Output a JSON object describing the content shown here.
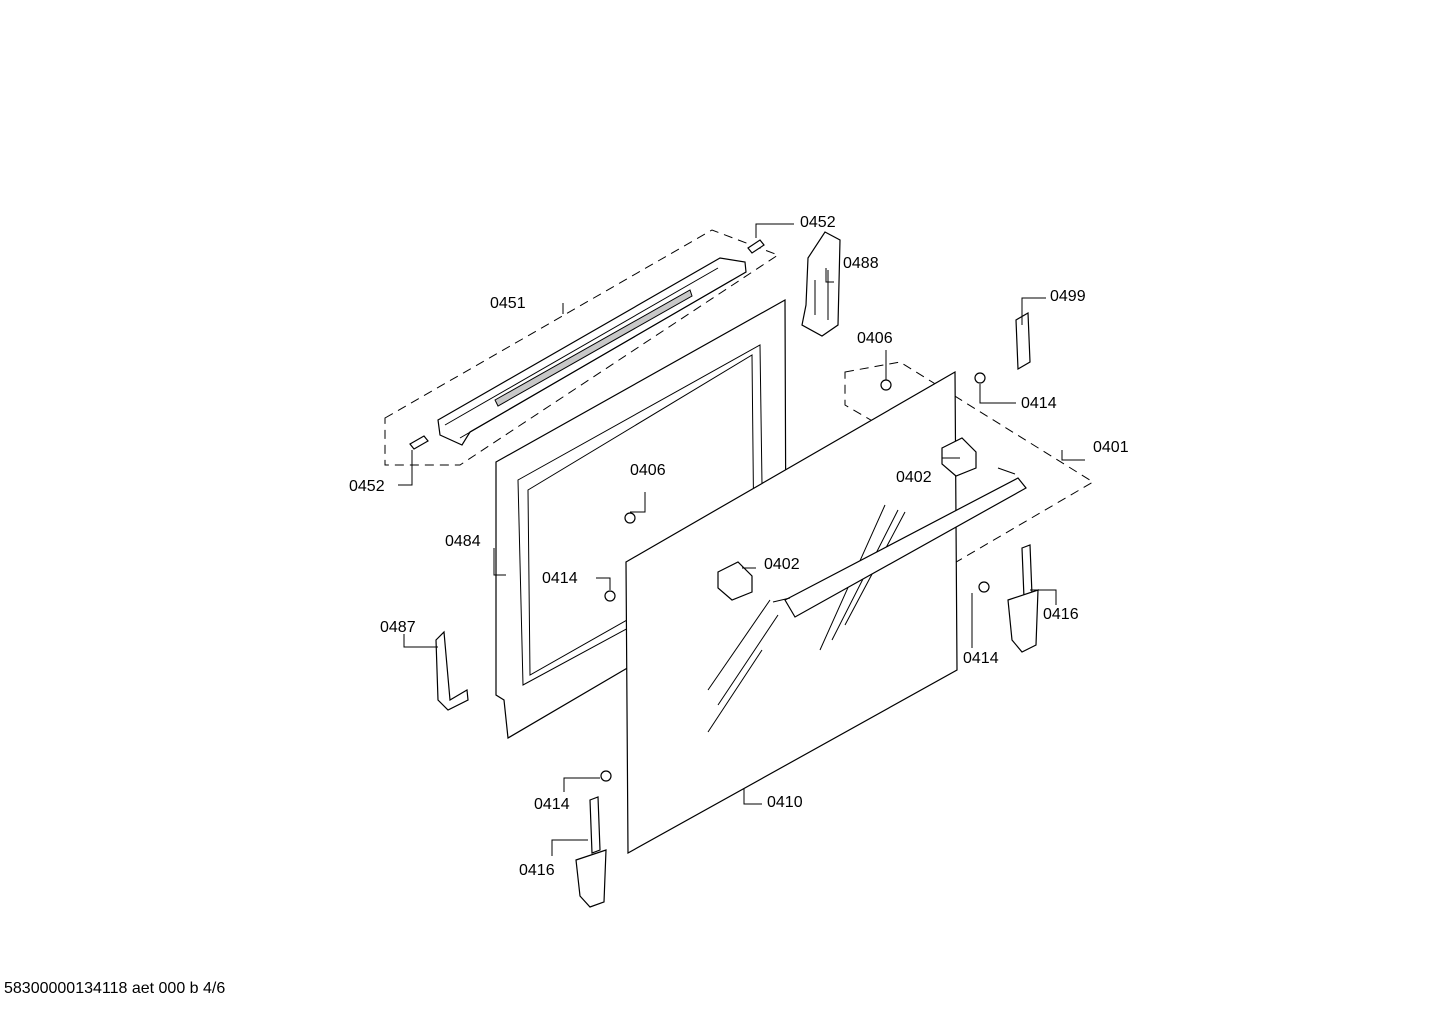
{
  "labels": {
    "l0452_top": "0452",
    "l0488": "0488",
    "l0499": "0499",
    "l0451": "0451",
    "l0406_top": "0406",
    "l0414_top": "0414",
    "l0401": "0401",
    "l0402_right": "0402",
    "l0452_left": "0452",
    "l0406_mid": "0406",
    "l0484": "0484",
    "l0402_mid": "0402",
    "l0414_mid": "0414",
    "l0416_right": "0416",
    "l0487": "0487",
    "l0414_right": "0414",
    "l0414_low": "0414",
    "l0410": "0410",
    "l0416_low": "0416"
  },
  "footer": "58300000134118 aet 000 b 4/6"
}
